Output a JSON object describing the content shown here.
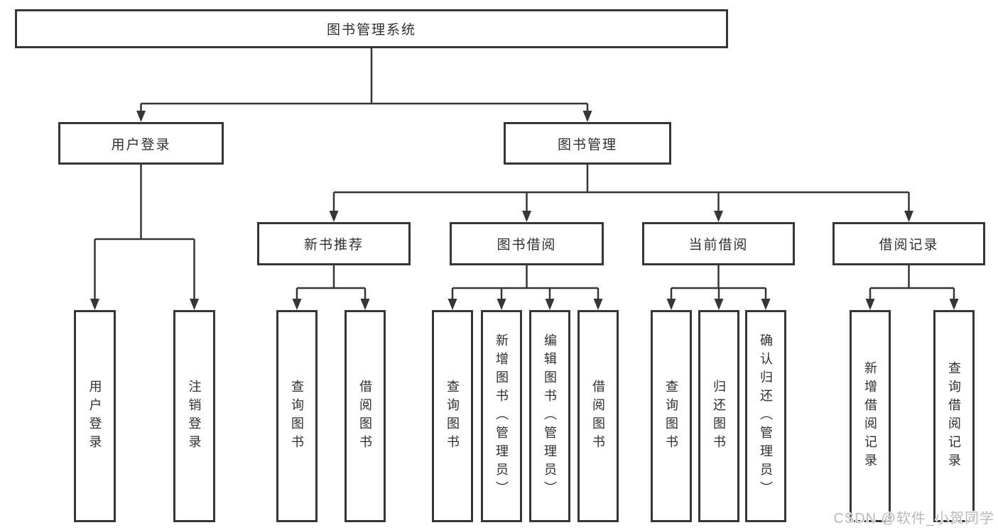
{
  "diagram": {
    "root": {
      "label": "图书管理系统"
    },
    "level2": [
      {
        "label": "用户登录"
      },
      {
        "label": "图书管理"
      }
    ],
    "level3": [
      {
        "label": "新书推荐"
      },
      {
        "label": "图书借阅"
      },
      {
        "label": "当前借阅"
      },
      {
        "label": "借阅记录"
      }
    ],
    "leaves": {
      "user": [
        "用户登录",
        "注销登录"
      ],
      "newbook": [
        "查询图书",
        "借阅图书"
      ],
      "borrow": [
        "查询图书",
        "新增图书（管理员）",
        "编辑图书（管理员）",
        "借阅图书"
      ],
      "current": [
        "查询图书",
        "归还图书",
        "确认归还（管理员）"
      ],
      "records": [
        "新增借阅记录",
        "查询借阅记录"
      ]
    }
  },
  "watermark": {
    "text": "CSDN @软件_小贺同学"
  },
  "colors": {
    "line": "#363636",
    "box_border": "#363636",
    "text": "#2f2f2f",
    "watermark": "#b9b9b9",
    "background": "#ffffff"
  }
}
